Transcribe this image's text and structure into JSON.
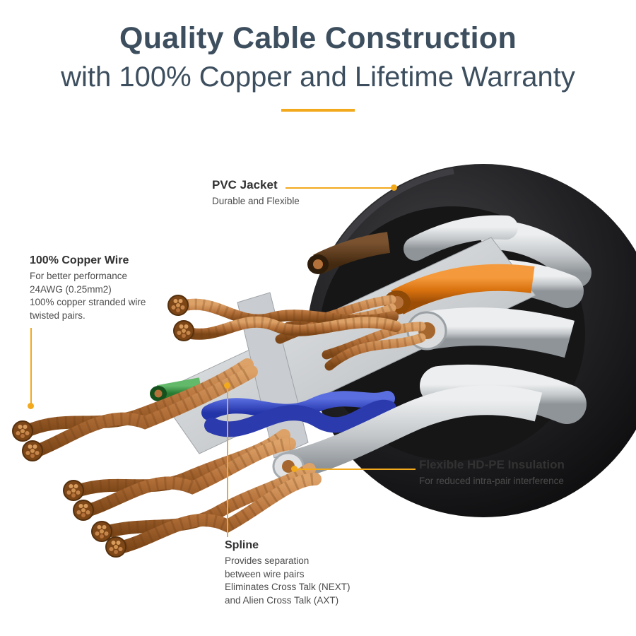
{
  "header": {
    "title_line1": "Quality Cable Construction",
    "title_line2": "with 100% Copper and Lifetime Warranty"
  },
  "callouts": {
    "pvc_jacket": {
      "label": "PVC Jacket",
      "desc": "Durable and Flexible"
    },
    "copper_wire": {
      "label": "100% Copper Wire",
      "desc_lines": [
        "For better performance",
        "24AWG (0.25mm2)",
        "100% copper stranded wire",
        "twisted pairs."
      ]
    },
    "hdpe": {
      "label": "Flexible HD-PE Insulation",
      "desc": "For reduced intra-pair interference"
    },
    "spline": {
      "label": "Spline",
      "desc_lines": [
        "Provides separation",
        "between wire pairs",
        "Eliminates Cross Talk (NEXT)",
        "and Alien Cross Talk (AXT)"
      ]
    }
  },
  "colors": {
    "accent_yellow": "#F2A91C",
    "title_blue": "#3D4F5F",
    "jacket_black": "#161617",
    "copper": "#B5713A",
    "orange_wire": "#D9720F",
    "blue_wire": "#3A4FD0",
    "green_wire": "#3D9E46",
    "grey_insulation": "#C2C6C9",
    "spline_grey": "#D9DBDD"
  }
}
